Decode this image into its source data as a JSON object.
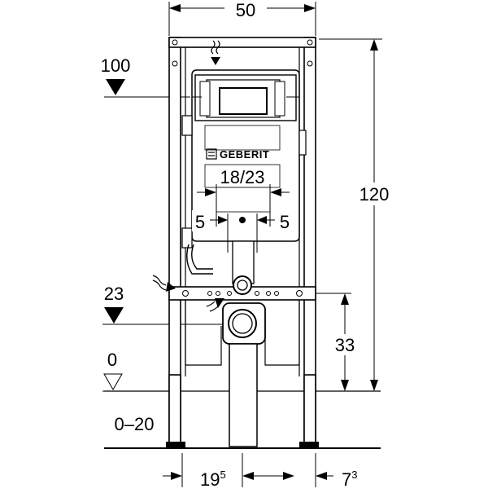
{
  "brand": {
    "logo_text": "GEBERIT"
  },
  "dimensions": {
    "width_top": "50",
    "height_total": "120",
    "level_actuator": "100",
    "level_outlet": "23",
    "level_floor": "0",
    "floor_range": "0–20",
    "outlet_height": "33",
    "supply_spacing": "18/23",
    "offset_left": "5",
    "offset_right": "5",
    "bottom_left_main": "19",
    "bottom_left_sup": "5",
    "bottom_right_main": "7",
    "bottom_right_sup": "3"
  }
}
